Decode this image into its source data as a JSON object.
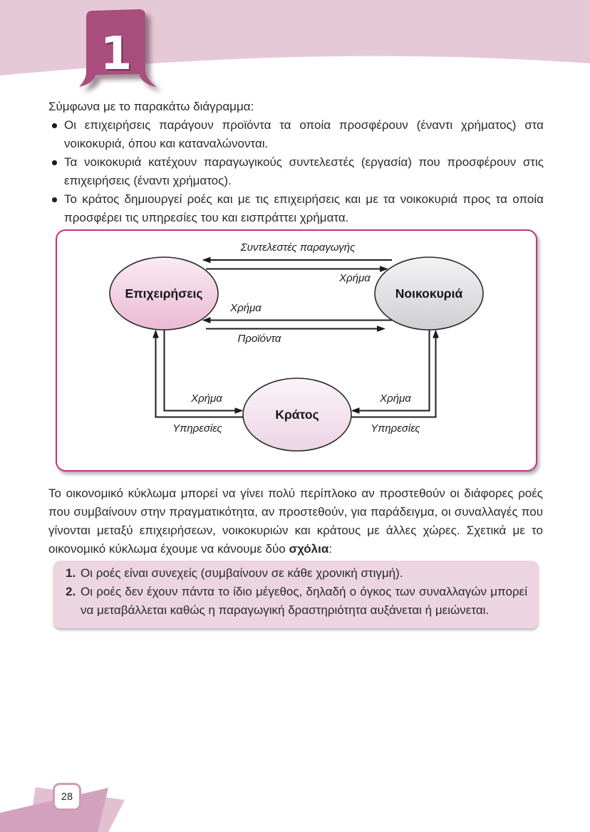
{
  "page": {
    "chapter_number": "1",
    "number": "28"
  },
  "intro": {
    "lead": "Σύμφωνα με το παρακάτω διάγραμμα:",
    "bullets": [
      "Οι επιχειρήσεις παράγουν προϊόντα τα οποία προσφέρουν (έναντι χρήματος) στα νοικοκυριά, όπου και καταναλώνονται.",
      "Τα νοικοκυριά κατέχουν παραγωγικούς συντελεστές (εργασία) που προσφέρουν στις επιχειρήσεις (έναντι χρήματος).",
      "Το κράτος δημιουργεί ροές και με τις επιχειρήσεις και με τα νοικοκυριά προς τα οποία προσφέρει τις υπηρεσίες του και εισπράττει χρήματα."
    ]
  },
  "diagram": {
    "nodes": {
      "businesses": "Επιχειρήσεις",
      "households": "Νοικοκυριά",
      "state": "Κράτος"
    },
    "flows": [
      {
        "label": "Συντελεστές παραγωγής",
        "from": "Νοικοκυριά",
        "to": "Επιχειρήσεις"
      },
      {
        "label": "Χρήμα",
        "from": "Επιχειρήσεις",
        "to": "Νοικοκυριά"
      },
      {
        "label": "Χρήμα",
        "from": "Νοικοκυριά",
        "to": "Επιχειρήσεις"
      },
      {
        "label": "Προϊόντα",
        "from": "Επιχειρήσεις",
        "to": "Νοικοκυριά"
      },
      {
        "label": "Χρήμα",
        "from": "Επιχειρήσεις",
        "to": "Κράτος"
      },
      {
        "label": "Υπηρεσίες",
        "from": "Κράτος",
        "to": "Επιχειρήσεις"
      },
      {
        "label": "Χρήμα",
        "from": "Νοικοκυριά",
        "to": "Κράτος"
      },
      {
        "label": "Υπηρεσίες",
        "from": "Κράτος",
        "to": "Νοικοκυριά"
      }
    ]
  },
  "paragraph": {
    "part1": "Το οικονομικό κύκλωμα μπορεί να γίνει πολύ περίπλοκο αν προστεθούν οι διάφορες ροές που συμβαίνουν στην πραγματικότητα, αν προστεθούν, για παράδειγμα, οι συναλλαγές που γίνονται μεταξύ επιχειρήσεων, νοικοκυριών και κράτους με άλλες χώρες. Σχετικά με το οικονομικό κύκλωμα έχουμε να κάνουμε δύο ",
    "bold": "σχόλια",
    "tail": ":"
  },
  "comments_box": {
    "items": [
      {
        "num": "1.",
        "text": "Οι ροές είναι συνεχείς (συμβαίνουν σε κάθε χρονική στιγμή)."
      },
      {
        "num": "2.",
        "text": "Οι ροές δεν έχουν πάντα το ίδιο μέγεθος, δηλαδή ο όγκος των συναλλαγών μπορεί να μεταβάλλεται καθώς η παραγωγική δραστηριότητα αυξάνεται ή μειώνεται."
      }
    ]
  },
  "colors": {
    "header_band": "#e6c9d7",
    "chapter_tab": "#a94e7c",
    "diagram_border": "#cb2e83",
    "businesses_fill": "#eec3da",
    "households_fill": "#d5d5d8",
    "state_fill": "#f0dfea",
    "comments_bg": "#ecd4e0",
    "footer_dark": "#d2a2bd",
    "footer_light": "#e2c0d2"
  }
}
